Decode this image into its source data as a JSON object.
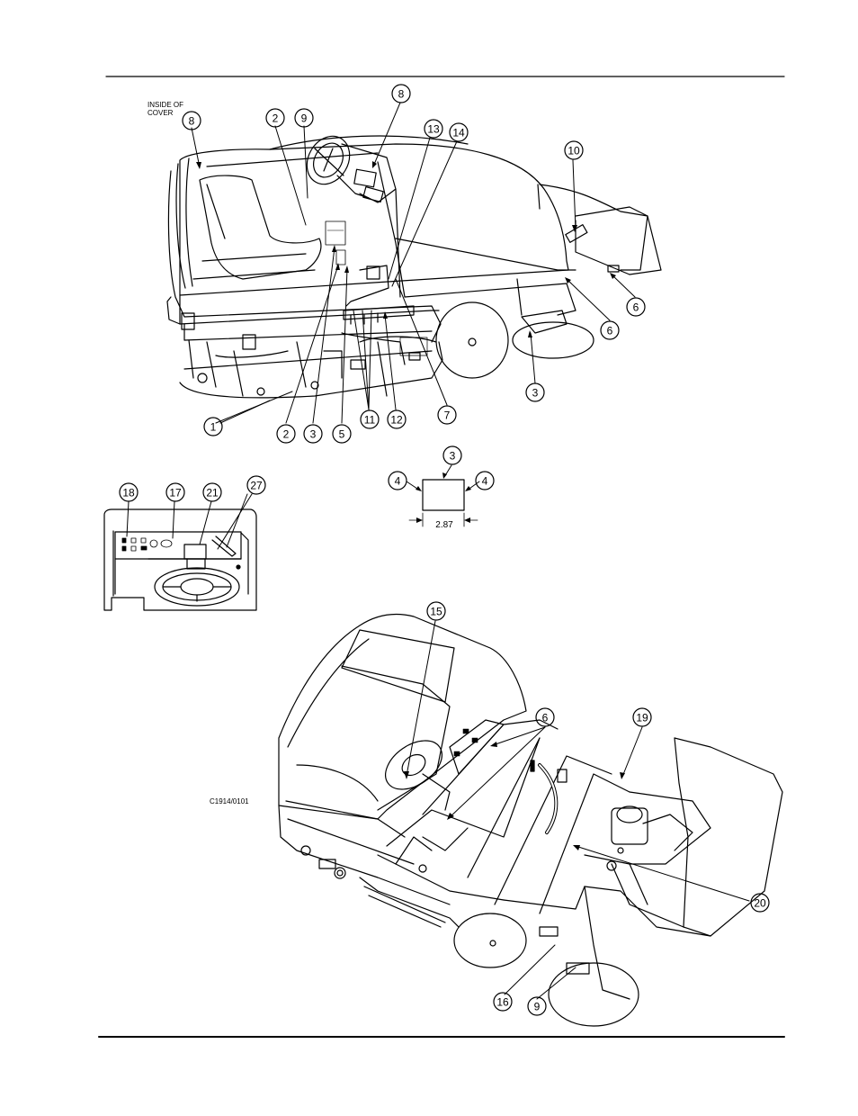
{
  "callouts_top": {
    "c8a": "8",
    "c2a": "2",
    "c9a": "9",
    "c8b": "8",
    "c13": "13",
    "c14": "14",
    "c10": "10",
    "c6a": "6",
    "c6b": "6",
    "c3a": "3",
    "c1": "1",
    "c2b": "2",
    "c3b": "3",
    "c5": "5",
    "c11": "11",
    "c12": "12",
    "c7": "7"
  },
  "inside_of_cover": [
    "INSIDE OF",
    "COVER"
  ],
  "decal_detail": {
    "c3": "3",
    "c4a": "4",
    "c4b": "4",
    "dimension": "2.87"
  },
  "dash_detail": {
    "c18": "18",
    "c17": "17",
    "c21": "21",
    "c27": "27"
  },
  "callouts_bottom": {
    "c15": "15",
    "c6": "6",
    "c19": "19",
    "c20": "20",
    "c16": "16",
    "c9": "9"
  },
  "figure_code": "C1914/0101"
}
